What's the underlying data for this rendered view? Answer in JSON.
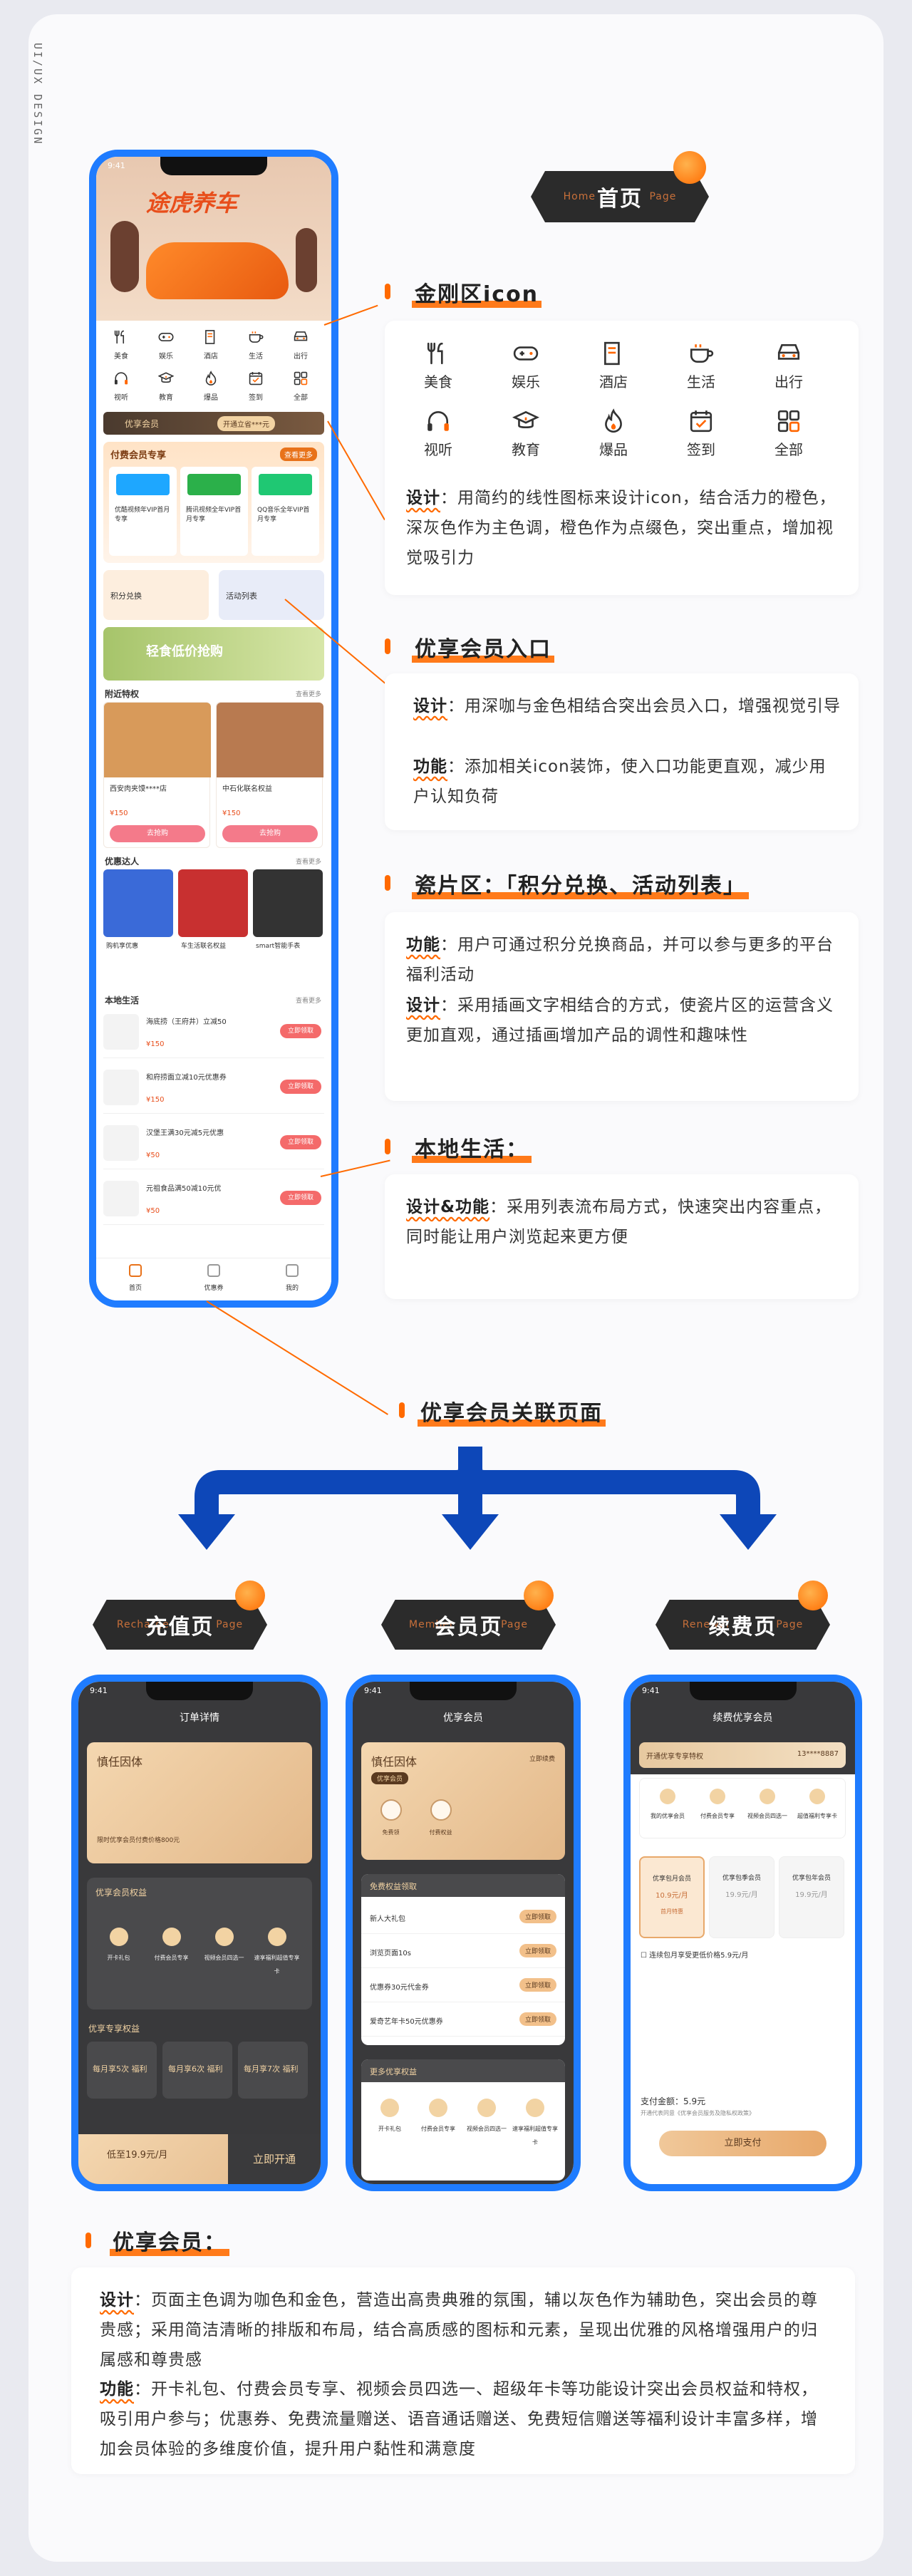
{
  "side_label": "UI/UX DESIGN",
  "home": {
    "ghost": "Home Page",
    "title": "首页"
  },
  "sections": {
    "kingkong": {
      "title": "金刚区icon",
      "label": "设计",
      "text": "：用简约的线性图标来设计icon，结合活力的橙色，深灰色作为主色调，橙色作为点缀色，突出重点，增加视觉吸引力"
    },
    "member_entry": {
      "title": "优享会员入口",
      "label1": "设计",
      "text1": "：用深咖与金色相结合突出会员入口，增强视觉引导",
      "label2": "功能",
      "text2": "：添加相关icon装饰，使入口功能更直观，减少用户认知负荷"
    },
    "tiles": {
      "title": "瓷片区：「积分兑换、活动列表」",
      "label1": "功能",
      "text1": "：用户可通过积分兑换商品，并可以参与更多的平台福利活动",
      "label2": "设计",
      "text2": "：采用插画文字相结合的方式，使瓷片区的运营含义更加直观，通过插画增加产品的调性和趣味性"
    },
    "local": {
      "title": "本地生活：",
      "label": "设计&功能",
      "text": "：采用列表流布局方式，快速突出内容重点，同时能让用户浏览起来更方便"
    }
  },
  "kingkong_icons": [
    {
      "icon": "fork-knife-icon",
      "label": "美食"
    },
    {
      "icon": "gamepad-icon",
      "label": "娱乐"
    },
    {
      "icon": "hotel-icon",
      "label": "酒店"
    },
    {
      "icon": "coffee-cup-icon",
      "label": "生活"
    },
    {
      "icon": "car-icon",
      "label": "出行"
    },
    {
      "icon": "headphones-icon",
      "label": "视听"
    },
    {
      "icon": "graduation-cap-icon",
      "label": "教育"
    },
    {
      "icon": "flame-icon",
      "label": "爆品"
    },
    {
      "icon": "calendar-check-icon",
      "label": "签到"
    },
    {
      "icon": "grid-icon",
      "label": "全部"
    }
  ],
  "related": {
    "title": "优享会员关联页面"
  },
  "sub_pages": [
    {
      "ghost": "Recharge Page",
      "title": "充值页"
    },
    {
      "ghost": "Member Page",
      "title": "会员页"
    },
    {
      "ghost": "Renewal Page",
      "title": "续费页"
    }
  ],
  "phone_home": {
    "time": "9:41",
    "banner": "途虎养车",
    "member_bar": "优享会员",
    "member_btn": "开通立省***元",
    "pay_title": "付费会员专享",
    "pay_more": "查看更多",
    "pay_items": [
      "优酷视频年VIP首月专享",
      "腾讯视频全年VIP首月专享",
      "QQ音乐全年VIP首月专享"
    ],
    "points": "积分兑换",
    "activity": "活动列表",
    "promo": "轻食低价抢购",
    "nearby": "附近特权",
    "more": "查看更多",
    "nearby_items": [
      {
        "name": "西安肉夹馍****店",
        "price": "¥150",
        "btn": "去抢购"
      },
      {
        "name": "中石化联名权益",
        "price": "¥150",
        "btn": "去抢购"
      }
    ],
    "talent": "优惠达人",
    "talent_items": [
      "购机享优惠",
      "车生活联名权益",
      "smart智能手表"
    ],
    "local": "本地生活",
    "local_items": [
      {
        "name": "海底捞（王府井）立减50",
        "price": "¥150",
        "btn": "立即领取"
      },
      {
        "name": "和府捞面立减10元优惠券",
        "price": "¥150",
        "btn": "立即领取"
      },
      {
        "name": "汉堡王满30元减5元优惠",
        "price": "¥50",
        "btn": "立即领取"
      },
      {
        "name": "元祖食品满50减10元优",
        "price": "¥50",
        "btn": "立即领取"
      }
    ],
    "tabs": [
      "首页",
      "优惠券",
      "我的"
    ]
  },
  "phone_recharge": {
    "time": "9:41",
    "title": "订单详情",
    "card": "慎任因体",
    "card_sub": "限时优享会员付费价格800元",
    "rights": "优享会员权益",
    "rights_items": [
      "开卡礼包",
      "付费会员专享",
      "视频会员四选一",
      "速享福利超值专享卡"
    ],
    "coupon": "优享专享权益",
    "coupons": [
      "每月享5次 福利",
      "每月享6次 福利",
      "每月享7次 福利"
    ],
    "price": "低至19.9元/月",
    "btn": "立即开通"
  },
  "phone_member": {
    "time": "9:41",
    "title": "优享会员",
    "card": "慎任因体",
    "badge": "优享会员",
    "link": "立即续费",
    "icons": [
      "免费领",
      "付费权益"
    ],
    "free": "免费权益领取",
    "free_items": [
      "新人大礼包",
      "浏览页面10s",
      "优惠券30元代金券",
      "爱奇艺年卡50元优惠券"
    ],
    "free_btn": "立即领取",
    "more": "更多优享权益",
    "more_items": [
      "开卡礼包",
      "付费会员专享",
      "视频会员四选一",
      "速享福利超值专享卡"
    ]
  },
  "phone_renew": {
    "time": "9:41",
    "title": "续费优享会员",
    "bar": "开通优享专享特权",
    "phone": "13****8887",
    "rights": [
      "我的优享会员",
      "付费会员专享",
      "视频会员四选一",
      "超值福利专享卡"
    ],
    "plans": [
      {
        "name": "优享包月会员",
        "price": "10.9元/月",
        "sub": "首月特惠"
      },
      {
        "name": "优享包季会员",
        "price": "19.9元/月"
      },
      {
        "name": "优享包年会员",
        "price": "19.9元/月"
      }
    ],
    "agree": "连续包月享受更低价格5.9元/月",
    "amount": "支付金额：5.9元",
    "terms": "开通代表同意《优享会员服务及隐私权政策》",
    "btn": "立即支付"
  },
  "member_summary": {
    "title": "优享会员：",
    "label1": "设计",
    "text1": "：页面主色调为咖色和金色，营造出高贵典雅的氛围，辅以灰色作为辅助色，突出会员的尊贵感；采用简洁清晰的排版和布局，结合高质感的图标和元素，呈现出优雅的风格增强用户的归属感和尊贵感",
    "label2": "功能",
    "text2": "：开卡礼包、付费会员专享、视频会员四选一、超级年卡等功能设计突出会员权益和特权，吸引用户参与；优惠券、免费流量赠送、语音通话赠送、免费短信赠送等福利设计丰富多样，增加会员体验的多维度价值，提升用户黏性和满意度"
  }
}
